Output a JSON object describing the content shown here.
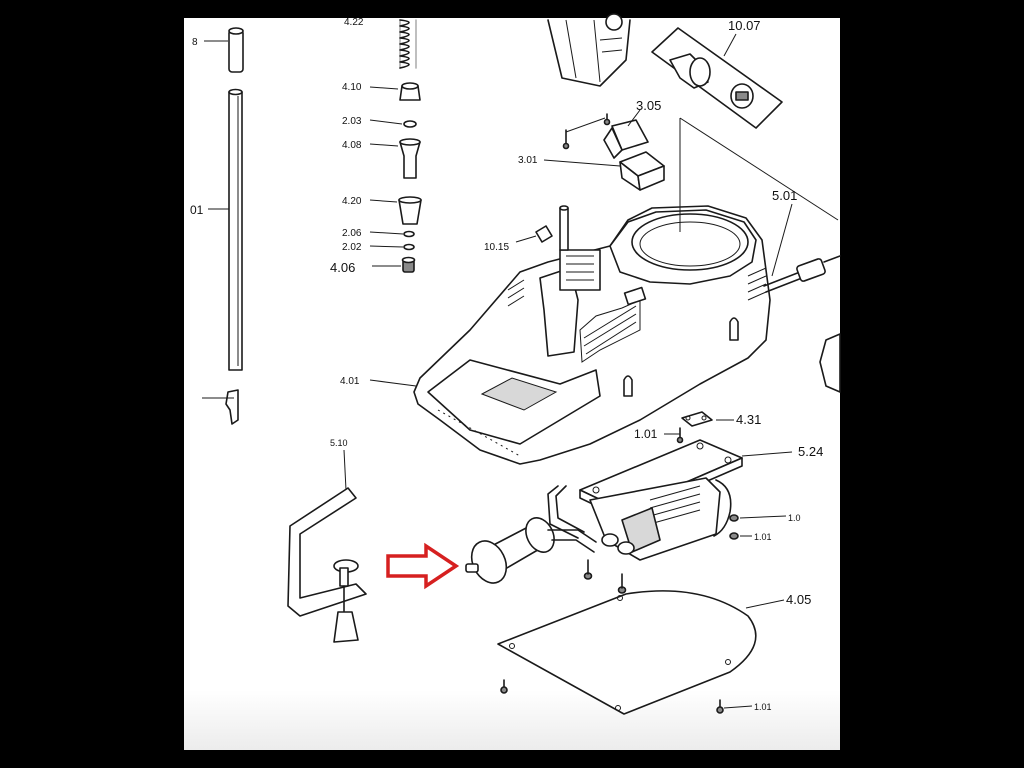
{
  "colors": {
    "background": "#000000",
    "sheet": "#ffffff",
    "ink": "#1a1a1a",
    "arrow": "#d62020"
  },
  "callouts": {
    "c_8": "8",
    "c_4_22": "4.22",
    "c_4_10": "4.10",
    "c_2_03": "2.03",
    "c_4_08": "4.08",
    "c_4_20": "4.20",
    "c_2_06": "2.06",
    "c_2_02": "2.02",
    "c_4_06": "4.06",
    "c_01": "01",
    "c_4_01": "4.01",
    "c_10_07": "10.07",
    "c_3_05": "3.05",
    "c_3_01": "3.01",
    "c_10_15": "10.15",
    "c_5_01": "5.01",
    "c_4_31": "4.31",
    "c_1_01_top": "1.01",
    "c_5_24": "5.24",
    "c_5_10": "5.10",
    "c_1_0": "1.0",
    "c_1_01_mid": "1.01",
    "c_4_05": "4.05",
    "c_1_01_bottom": "1.01"
  },
  "annotation": {
    "arrow_icon": "hollow-right-arrow-icon"
  }
}
